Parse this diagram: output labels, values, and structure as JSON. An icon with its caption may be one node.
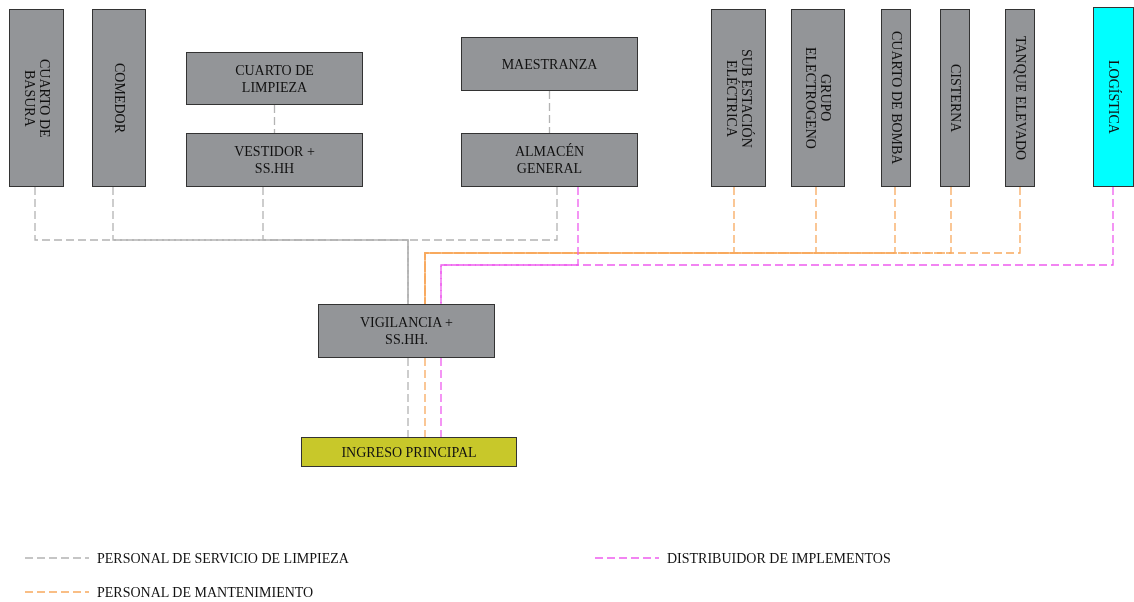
{
  "diagram": {
    "nodes": [
      {
        "text": [
          "CUARTO DE BASURA"
        ]
      },
      {
        "text": [
          "COMEDOR"
        ]
      },
      {
        "text": [
          "CUARTO DE LIMPIEZA"
        ]
      },
      {
        "text": [
          "VESTIDOR + SS.HH"
        ]
      },
      {
        "text": [
          "MAESTRANZA"
        ]
      },
      {
        "text": [
          "ALMACÉN GENERAL"
        ]
      },
      {
        "text": [
          "SUB ESTACIÓN ELÉCTRICA"
        ]
      },
      {
        "text": [
          "GRUPO ELECTROGENO"
        ]
      },
      {
        "text": [
          "CUARTO DE BOMBA"
        ]
      },
      {
        "text": [
          "CISTERNA"
        ]
      },
      {
        "text": [
          "TANQUE ELEVADO"
        ]
      },
      {
        "text": [
          "LOGÍSTICA"
        ]
      },
      {
        "text": [
          "VIGILANCIA + SS.HH."
        ]
      },
      {
        "text": [
          "INGRESO PRINCIPAL"
        ]
      }
    ],
    "edges": [
      {
        "from": 2,
        "to": 3,
        "arrow": "none",
        "style": "dashed",
        "color": "#b3b3b3"
      },
      {
        "from": 4,
        "to": 5,
        "arrow": "none",
        "style": "dashed",
        "color": "#b3b3b3"
      },
      {
        "from": 0,
        "to": 12,
        "arrow": "none",
        "style": "dashed",
        "color": "#b3b3b3"
      },
      {
        "from": 1,
        "to": 12,
        "arrow": "none",
        "style": "dashed",
        "color": "#b3b3b3"
      },
      {
        "from": 3,
        "to": 12,
        "arrow": "none",
        "style": "dashed",
        "color": "#b3b3b3"
      },
      {
        "from": 5,
        "to": 12,
        "arrow": "none",
        "style": "dashed",
        "color": "#b3b3b3"
      },
      {
        "from": 6,
        "to": 12,
        "arrow": "none",
        "style": "dashed",
        "color": "#f7a95e"
      },
      {
        "from": 7,
        "to": 12,
        "arrow": "none",
        "style": "dashed",
        "color": "#f7a95e"
      },
      {
        "from": 8,
        "to": 12,
        "arrow": "none",
        "style": "dashed",
        "color": "#f7a95e"
      },
      {
        "from": 9,
        "to": 12,
        "arrow": "none",
        "style": "dashed",
        "color": "#f7a95e"
      },
      {
        "from": 10,
        "to": 12,
        "arrow": "none",
        "style": "dashed",
        "color": "#f7a95e"
      },
      {
        "from": 5,
        "to": 12,
        "arrow": "none",
        "style": "dashed",
        "color": "#ee5cee"
      },
      {
        "from": 11,
        "to": 12,
        "arrow": "none",
        "style": "dashed",
        "color": "#ee5cee"
      },
      {
        "from": 12,
        "to": 13,
        "arrow": "none",
        "style": "dashed",
        "color": "#b3b3b3"
      },
      {
        "from": 12,
        "to": 13,
        "arrow": "none",
        "style": "dashed",
        "color": "#f7a95e"
      },
      {
        "from": 12,
        "to": 13,
        "arrow": "none",
        "style": "dashed",
        "color": "#ee5cee"
      }
    ],
    "legend": [
      {
        "text": "PERSONAL DE SERVICIO DE LIMPIEZA"
      },
      {
        "text": "DISTRIBUIDOR DE IMPLEMENTOS"
      },
      {
        "text": "PERSONAL DE MANTENIMIENTO"
      }
    ]
  }
}
